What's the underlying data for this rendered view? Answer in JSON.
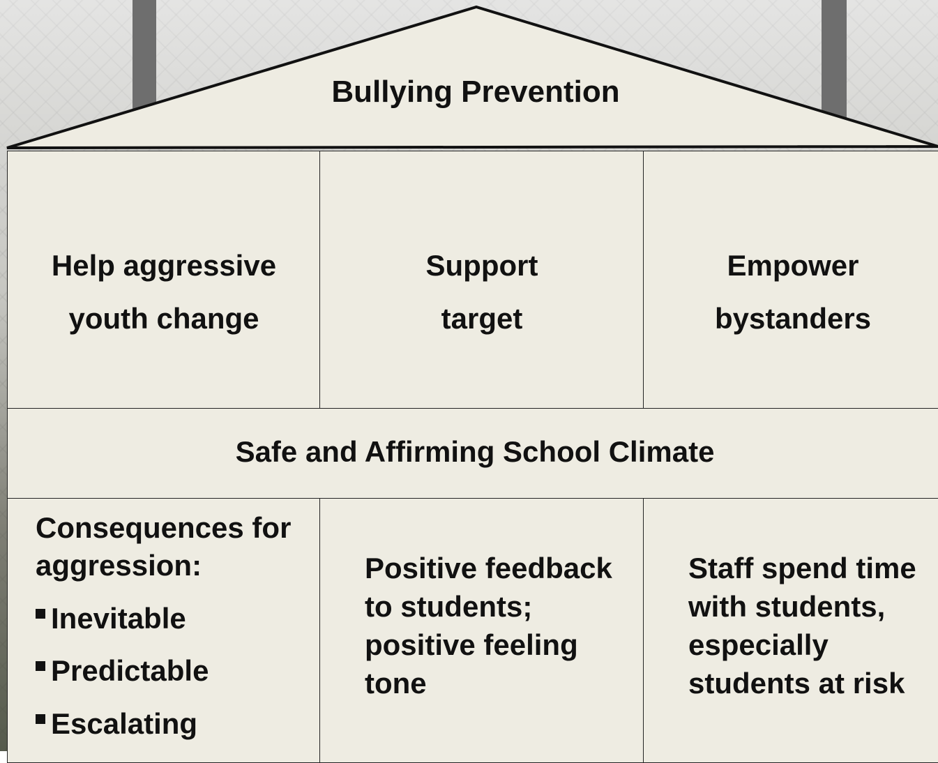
{
  "roof": {
    "title": "Bullying Prevention"
  },
  "pillars": [
    {
      "lines": [
        "Help aggressive",
        "youth change"
      ]
    },
    {
      "lines": [
        "Support",
        "target"
      ]
    },
    {
      "lines": [
        "Empower",
        "bystanders"
      ]
    }
  ],
  "band": {
    "label": "Safe and Affirming School Climate"
  },
  "foundation": {
    "consequences": {
      "heading": [
        "Consequences for",
        "aggression:"
      ],
      "bullets": [
        "Inevitable",
        "Predictable",
        "Escalating"
      ]
    },
    "feedback": [
      "Positive feedback",
      "to students;",
      "positive feeling",
      "tone"
    ],
    "staff": [
      "Staff spend time",
      "with students,",
      "especially",
      "students at risk"
    ]
  },
  "colors": {
    "fill": "#eeece2",
    "stroke": "#111111"
  }
}
